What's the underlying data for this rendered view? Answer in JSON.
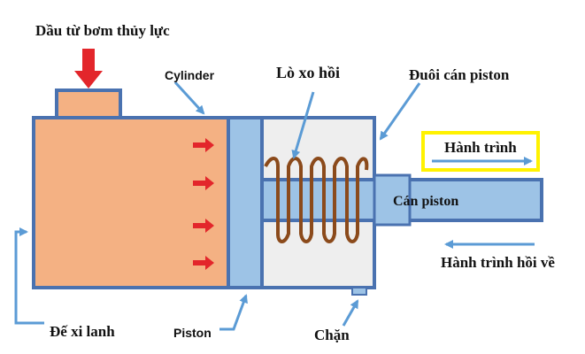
{
  "labels": {
    "oil_from_pump": "Dầu từ bơm thủy lực",
    "cylinder": "Cylinder",
    "return_spring": "Lò xo hồi",
    "rod_tail": "Đuôi cán piston",
    "stroke": "Hành trình",
    "piston_rod": "Cán piston",
    "return_stroke": "Hành trình hồi về",
    "cylinder_base": "Đế xi lanh",
    "piston": "Piston",
    "stopper": "Chặn"
  },
  "colors": {
    "oil_chamber": "#f4b183",
    "steel_blue": "#9dc3e6",
    "frame": "#4a72b0",
    "spring": "#8b4a1b",
    "pressure_arrow": "#e3262b",
    "callout": "#5b9bd5",
    "highlight_box": "#fff200"
  }
}
